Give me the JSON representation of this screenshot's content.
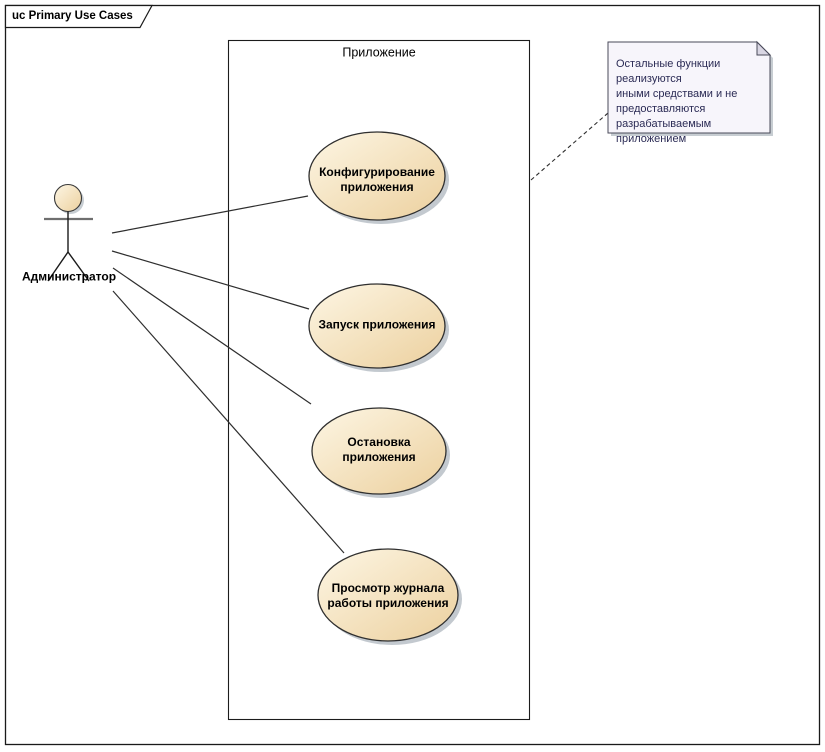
{
  "frame": {
    "title": "uc Primary Use Cases"
  },
  "system_boundary": {
    "label": "Приложение"
  },
  "actor": {
    "label": "Администратор"
  },
  "use_cases": [
    {
      "id": "configure-app",
      "lines": [
        "Конфигурирование",
        "приложения"
      ]
    },
    {
      "id": "start-app",
      "lines": [
        "Запуск приложения",
        ""
      ]
    },
    {
      "id": "stop-app",
      "lines": [
        "Остановка",
        "приложения"
      ]
    },
    {
      "id": "view-log",
      "lines": [
        "Просмотр журнала",
        "работы приложения"
      ]
    }
  ],
  "note": {
    "lines": [
      "Остальные функции реализуются",
      "иными средствами и не",
      "предоставляются",
      "разрабатываемым приложением"
    ],
    "text_color": "#2b2b55"
  },
  "colors": {
    "usecase_gradient_start": "#fdf6e4",
    "usecase_gradient_end": "#ecd09e",
    "shape_border": "#2f2f2f",
    "shadow": "#b9c0c7",
    "note_fill": "#f7f5fb",
    "note_fold": "#d9d6e3",
    "connector": "#2e2e2e",
    "frame_border": "#1a1a1a"
  }
}
